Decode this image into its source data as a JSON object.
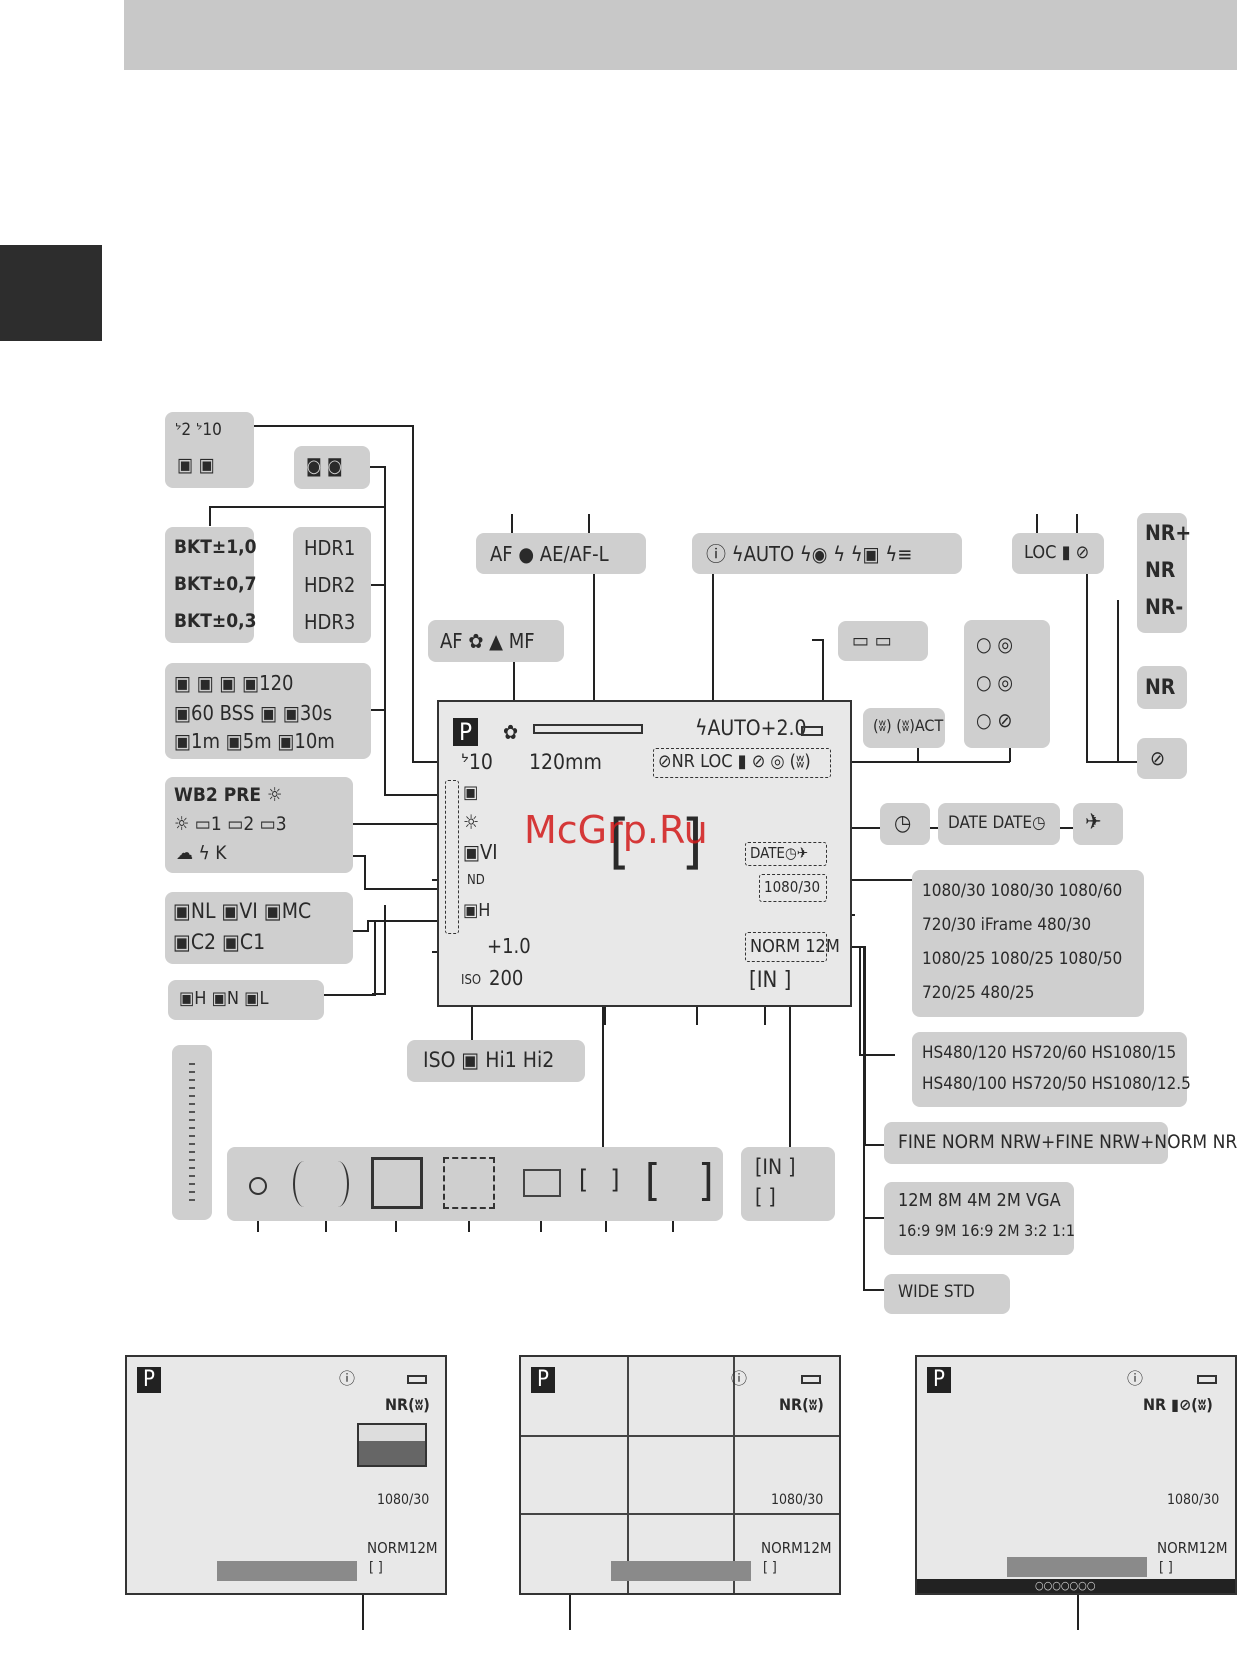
{
  "watermark": "McGrp.Ru",
  "boxes": {
    "timer": [
      "ᔾ2 ᔾ10",
      "▣ ▣"
    ],
    "scene_icons": "◙ ◙",
    "bkt": [
      "BKT±1,0",
      "BKT±0,7",
      "BKT±0,3"
    ],
    "hdr": [
      "HDR1",
      "HDR2",
      "HDR3"
    ],
    "continuous": [
      "▣ ▣ ▣ ▣120",
      "▣60 BSS ▣ ▣30s",
      "▣1m ▣5m ▣10m"
    ],
    "wb": [
      "WB2 PRE ☼",
      "☼ ▭1 ▭2 ▭3",
      "☁ ϟ K"
    ],
    "picture_ctrl": [
      "▣NL ▣VI ▣MC",
      "▣C2 ▣C1"
    ],
    "dlighting": [
      "▣H ▣N ▣L"
    ],
    "iso": "ISO ▣ Hi1 Hi2",
    "af_ae": "AF ● AE/AF-L",
    "flash": "ⓘ ϟAUTO ϟ◉ ϟ ϟ▣ ϟ≡",
    "loc_gps": "LOC ▮ ⊘",
    "nr_levels": [
      "NR+",
      "NR",
      "NR-"
    ],
    "nr_single": "NR",
    "focus": "AF ✿ ▲ MF",
    "battery": "▭ ▭",
    "vr": "(ʬ) (ʬ)ACT",
    "wifi": [
      "○ ◎",
      "○ ◎",
      "○ ⊘"
    ],
    "gps_icon": "⊘",
    "clock": "◷",
    "date": "DATE DATE◷",
    "plane": "✈",
    "movie_sizes": [
      "1080/30 1080/30 1080/60",
      "720/30 iFrame 480/30",
      "1080/25 1080/25 1080/50",
      "720/25 480/25"
    ],
    "hs_sizes": [
      "HS480/120 HS720/60 HS1080/15",
      "HS480/100 HS720/50 HS1080/12.5"
    ],
    "quality": "FINE NORM NRW+FINE NRW+NORM NRW",
    "image_size": [
      "12M 8M 4M 2M VGA",
      "16:9 9M 16:9 2M 3:2 1:1"
    ],
    "movie_mode": "WIDE STD",
    "internal_mem": [
      "[IN ]",
      "[ ]"
    ]
  },
  "main_screen": {
    "mode": "P",
    "focus_icon": "✿",
    "timer": "ᔾ10",
    "focal": "120mm",
    "flash": "ϟAUTO+2.0",
    "status_strip": "⊘NR LOC ▮ ⊘ ◎ (ʬ)",
    "burst": "▣",
    "wb": "☼",
    "picture": "▣VI",
    "nd": "ND",
    "dlight": "▣H",
    "exposure": "+1.0",
    "iso_label": "ISO",
    "iso_value": "200",
    "date_stamp": "DATE◷✈",
    "movie": "1080/30",
    "quality": "NORM 12M",
    "mem": "[IN ]"
  },
  "small_screens": [
    {
      "mode": "P",
      "strip": "NR(ʬ)",
      "movie": "1080/30",
      "quality": "NORM12M",
      "mem": "[ ]"
    },
    {
      "mode": "P",
      "strip": "NR(ʬ)",
      "movie": "1080/30",
      "quality": "NORM12M",
      "mem": "[ ]"
    },
    {
      "mode": "P",
      "strip": "NR ▮⊘(ʬ)",
      "movie": "1080/30",
      "quality": "NORM12M",
      "mem": "[ ]",
      "dots": "○○○○○○○"
    }
  ]
}
